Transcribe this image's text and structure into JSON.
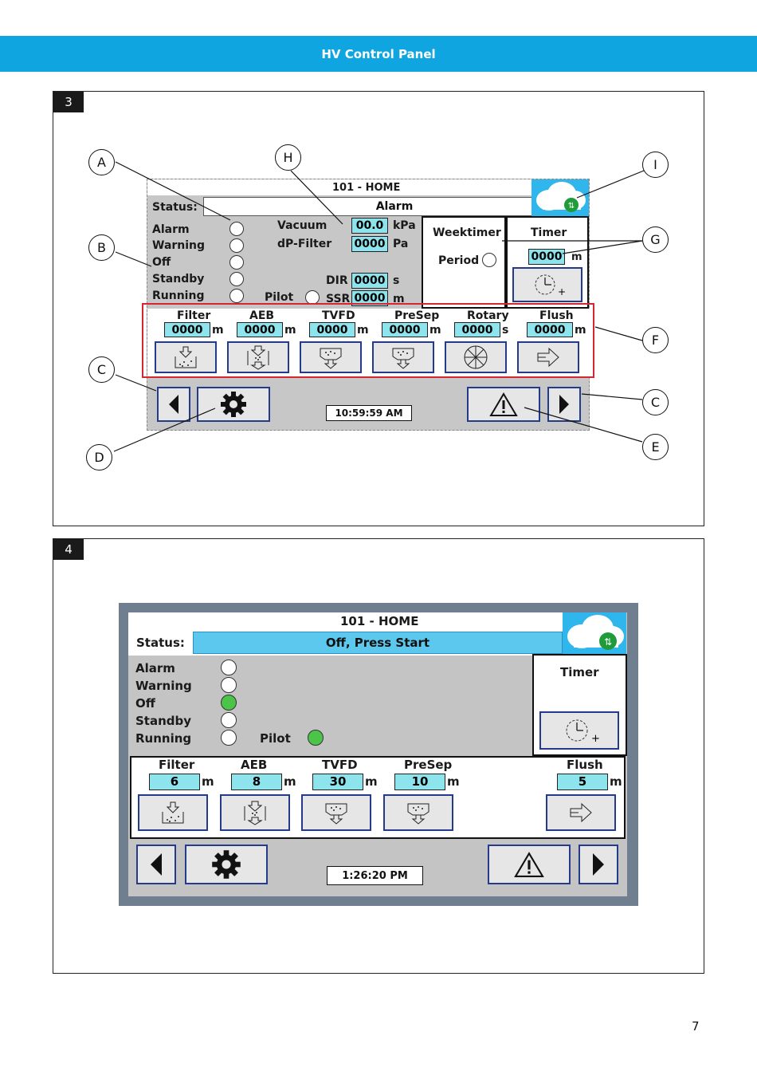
{
  "banner": {
    "title": "HV Control Panel"
  },
  "page_number": "7",
  "fig3": {
    "tag": "3",
    "title": "101 - HOME",
    "status_label": "Status:",
    "status_value": "Alarm",
    "indicators": [
      "Alarm",
      "Warning",
      "Off",
      "Standby",
      "Running"
    ],
    "vacuum": {
      "label": "Vacuum",
      "value": "00.0",
      "unit": "kPa"
    },
    "dp_filter": {
      "label": "dP-Filter",
      "value": "0000",
      "unit": "Pa"
    },
    "dir": {
      "label": "DIR",
      "value": "0000",
      "unit": "s"
    },
    "pilot_label": "Pilot",
    "ssr": {
      "label": "SSR",
      "value": "0000",
      "unit": "m"
    },
    "weektimer": {
      "title": "Weektimer",
      "period_label": "Period"
    },
    "timer": {
      "title": "Timer",
      "value": "0000",
      "unit": "m"
    },
    "functions": [
      {
        "name": "Filter",
        "value": "0000",
        "unit": "m",
        "icon": "filter-icon"
      },
      {
        "name": "AEB",
        "value": "0000",
        "unit": "m",
        "icon": "aeb-icon"
      },
      {
        "name": "TVFD",
        "value": "0000",
        "unit": "m",
        "icon": "tvfd-icon"
      },
      {
        "name": "PreSep",
        "value": "0000",
        "unit": "m",
        "icon": "presep-icon"
      },
      {
        "name": "Rotary",
        "value": "0000",
        "unit": "s",
        "icon": "rotary-icon"
      },
      {
        "name": "Flush",
        "value": "0000",
        "unit": "m",
        "icon": "flush-icon"
      }
    ],
    "clock": "10:59:59 AM",
    "callouts": [
      "A",
      "H",
      "I",
      "B",
      "G",
      "F",
      "C",
      "C",
      "D",
      "E"
    ]
  },
  "fig4": {
    "tag": "4",
    "title": "101 - HOME",
    "status_label": "Status:",
    "status_value": "Off, Press Start",
    "indicators": [
      "Alarm",
      "Warning",
      "Off",
      "Standby",
      "Running"
    ],
    "active_indicator": "Off",
    "pilot_label": "Pilot",
    "timer_title": "Timer",
    "functions": [
      {
        "name": "Filter",
        "value": "6",
        "unit": "m"
      },
      {
        "name": "AEB",
        "value": "8",
        "unit": "m"
      },
      {
        "name": "TVFD",
        "value": "30",
        "unit": "m"
      },
      {
        "name": "PreSep",
        "value": "10",
        "unit": "m"
      },
      {
        "name": "Flush",
        "value": "5",
        "unit": "m"
      }
    ],
    "clock": "1:26:20 PM"
  },
  "colors": {
    "banner": "#0ea5e0",
    "value_box": "#8ee4ec",
    "status_field": "#5cc8ee",
    "button_border": "#243b8c",
    "active_led": "#4cc44a"
  }
}
